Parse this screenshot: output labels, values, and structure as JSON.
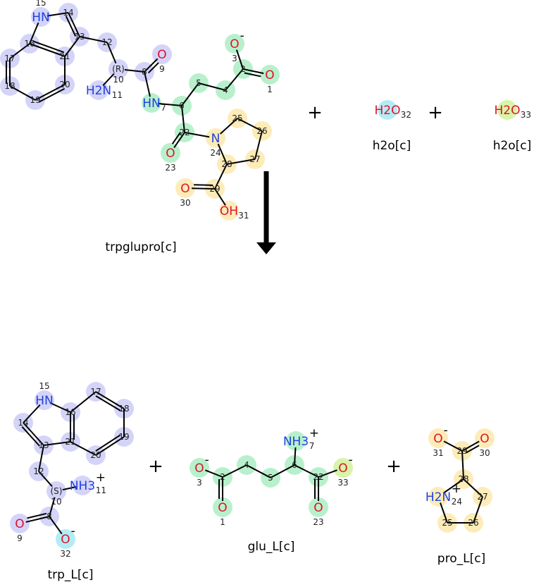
{
  "colors": {
    "trp": "#d4d4f8",
    "glu": "#b8f0cc",
    "pro": "#fdecb8",
    "w32": "#b4ecf6",
    "w33": "#d8f4a8",
    "bond": "#000000"
  },
  "reaction": {
    "plus_sign": "+",
    "reactants": [
      {
        "key": "trpglupro",
        "name": "trpglupro[c]",
        "atoms": [
          {
            "n": "14",
            "t": "",
            "c": "trp"
          },
          {
            "n": "15",
            "t": "HN",
            "e": "N",
            "c": "trp"
          },
          {
            "n": "16",
            "t": "",
            "c": "trp"
          },
          {
            "n": "13",
            "t": "",
            "c": "trp"
          },
          {
            "n": "21",
            "t": "",
            "c": "trp"
          },
          {
            "n": "17",
            "t": "",
            "c": "trp"
          },
          {
            "n": "18",
            "t": "",
            "c": "trp"
          },
          {
            "n": "19",
            "t": "",
            "c": "trp"
          },
          {
            "n": "20",
            "t": "",
            "c": "trp"
          },
          {
            "n": "12",
            "t": "",
            "c": "trp"
          },
          {
            "n": "10",
            "t": "(R)",
            "c": "trp"
          },
          {
            "n": "9",
            "t": "O",
            "e": "O",
            "c": "trp"
          },
          {
            "n": "8",
            "t": "",
            "c": "trp"
          },
          {
            "n": "11",
            "t": "H2N",
            "e": "N",
            "c": "trp"
          },
          {
            "n": "7",
            "t": "HN",
            "e": "N",
            "c": "glu"
          },
          {
            "n": "6",
            "t": "",
            "c": "glu"
          },
          {
            "n": "5",
            "t": "",
            "c": "glu"
          },
          {
            "n": "4",
            "t": "",
            "c": "glu"
          },
          {
            "n": "2",
            "t": "",
            "c": "glu"
          },
          {
            "n": "3",
            "t": "O",
            "e": "O",
            "q": "-",
            "c": "glu"
          },
          {
            "n": "1",
            "t": "O",
            "e": "O",
            "c": "glu"
          },
          {
            "n": "22",
            "t": "",
            "c": "glu"
          },
          {
            "n": "23",
            "t": "O",
            "e": "O",
            "c": "glu"
          },
          {
            "n": "24",
            "t": "N",
            "e": "N",
            "c": "pro"
          },
          {
            "n": "25",
            "t": "",
            "c": "pro"
          },
          {
            "n": "26",
            "t": "",
            "c": "pro"
          },
          {
            "n": "27",
            "t": "",
            "c": "pro"
          },
          {
            "n": "28",
            "t": "",
            "c": "pro"
          },
          {
            "n": "29",
            "t": "",
            "c": "pro"
          },
          {
            "n": "30",
            "t": "O",
            "e": "O",
            "c": "pro"
          },
          {
            "n": "31",
            "t": "OH",
            "e": "O",
            "c": "pro"
          }
        ]
      },
      {
        "key": "h2o_a",
        "name": "h2o[c]",
        "atoms": [
          {
            "n": "32",
            "t": "H2O",
            "e": "O",
            "c": "w32"
          }
        ]
      },
      {
        "key": "h2o_b",
        "name": "h2o[c]",
        "atoms": [
          {
            "n": "33",
            "t": "H2O",
            "e": "O",
            "c": "w33"
          }
        ]
      }
    ],
    "products": [
      {
        "key": "trp_L",
        "name": "trp_L[c]",
        "atoms": [
          {
            "n": "15",
            "t": "HN",
            "e": "N",
            "c": "trp"
          },
          {
            "n": "16",
            "t": "",
            "c": "trp"
          },
          {
            "n": "14",
            "t": "",
            "c": "trp"
          },
          {
            "n": "13",
            "t": "",
            "c": "trp"
          },
          {
            "n": "21",
            "t": "",
            "c": "trp"
          },
          {
            "n": "17",
            "t": "",
            "c": "trp"
          },
          {
            "n": "18",
            "t": "",
            "c": "trp"
          },
          {
            "n": "19",
            "t": "",
            "c": "trp"
          },
          {
            "n": "20",
            "t": "",
            "c": "trp"
          },
          {
            "n": "12",
            "t": "",
            "c": "trp"
          },
          {
            "n": "10",
            "t": "(S)",
            "c": "trp"
          },
          {
            "n": "11",
            "t": "NH3",
            "e": "N",
            "q": "+",
            "c": "trp"
          },
          {
            "n": "8",
            "t": "",
            "c": "trp"
          },
          {
            "n": "9",
            "t": "O",
            "e": "O",
            "c": "trp"
          },
          {
            "n": "32",
            "t": "O",
            "e": "O",
            "q": "-",
            "c": "w32"
          }
        ]
      },
      {
        "key": "glu_L",
        "name": "glu_L[c]",
        "atoms": [
          {
            "n": "3",
            "t": "O",
            "e": "O",
            "q": "-",
            "c": "glu"
          },
          {
            "n": "2",
            "t": "",
            "c": "glu"
          },
          {
            "n": "1",
            "t": "O",
            "e": "O",
            "c": "glu"
          },
          {
            "n": "4",
            "t": "",
            "c": "glu"
          },
          {
            "n": "5",
            "t": "",
            "c": "glu"
          },
          {
            "n": "6",
            "t": "",
            "c": "glu"
          },
          {
            "n": "7",
            "t": "NH3",
            "e": "N",
            "q": "+",
            "c": "glu"
          },
          {
            "n": "22",
            "t": "",
            "c": "glu"
          },
          {
            "n": "23",
            "t": "O",
            "e": "O",
            "c": "glu"
          },
          {
            "n": "33",
            "t": "O",
            "e": "O",
            "q": "-",
            "c": "w33"
          }
        ]
      },
      {
        "key": "pro_L",
        "name": "pro_L[c]",
        "atoms": [
          {
            "n": "31",
            "t": "O",
            "e": "O",
            "q": "-",
            "c": "pro"
          },
          {
            "n": "30",
            "t": "O",
            "e": "O",
            "c": "pro"
          },
          {
            "n": "29",
            "t": "",
            "c": "pro"
          },
          {
            "n": "28",
            "t": "",
            "c": "pro"
          },
          {
            "n": "27",
            "t": "",
            "c": "pro"
          },
          {
            "n": "26",
            "t": "",
            "c": "pro"
          },
          {
            "n": "25",
            "t": "",
            "c": "pro"
          },
          {
            "n": "24",
            "t": "H2N",
            "e": "N",
            "q": "+",
            "c": "pro"
          }
        ]
      }
    ]
  }
}
